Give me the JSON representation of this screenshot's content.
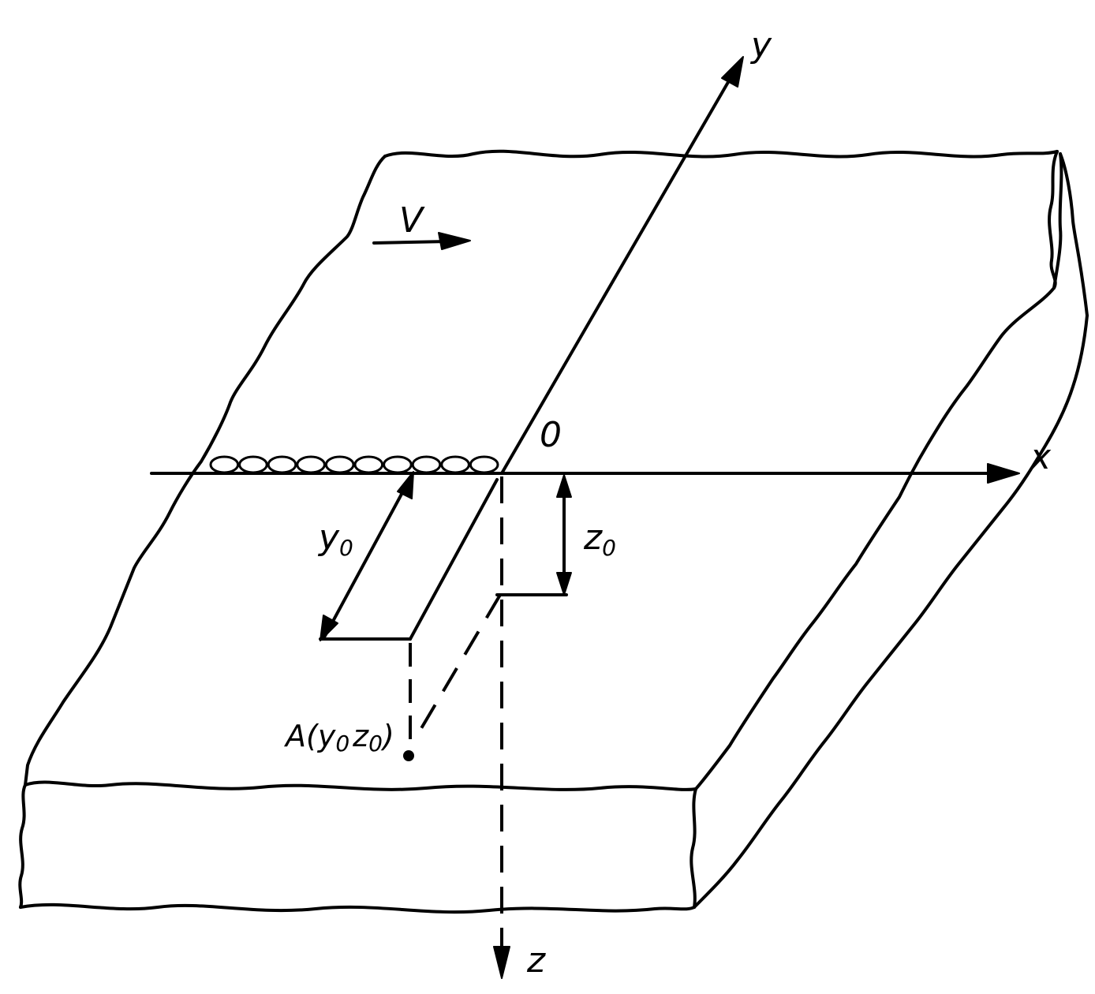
{
  "labels": {
    "axis_x": "x",
    "axis_y": "y",
    "axis_z": "z",
    "origin": "0",
    "velocity": "V",
    "y0_letter": "y",
    "y0_sub": "0",
    "z0_letter": "z",
    "z0_sub": "0",
    "point_prefix": "A(",
    "point_y": "y",
    "point_y_sub": "0",
    "point_z": "z",
    "point_z_sub": "0",
    "point_suffix": ")"
  },
  "colors": {
    "ink": "#000000",
    "paper": "#ffffff"
  },
  "weld_bead": {
    "bead_count": 10
  }
}
